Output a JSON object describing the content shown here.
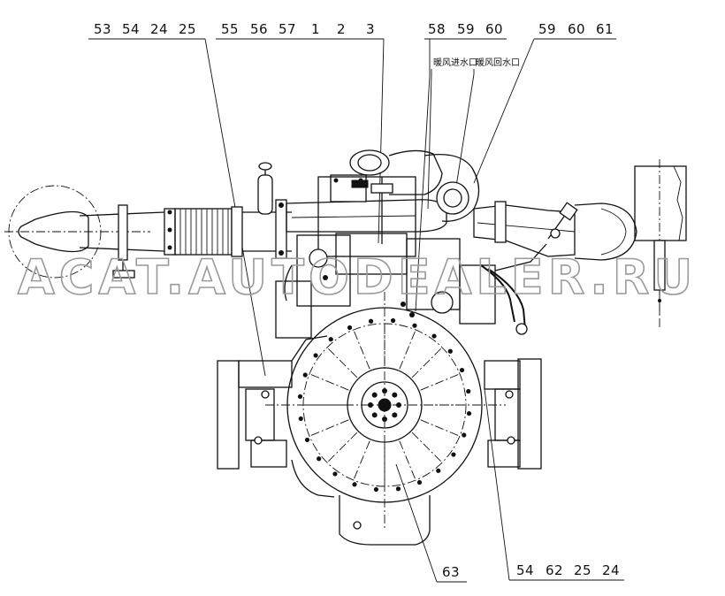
{
  "callouts": [
    {
      "id": "top-left",
      "numbers": [
        "53",
        "54",
        "24",
        "25"
      ]
    },
    {
      "id": "top-mid",
      "numbers": [
        "55",
        "56",
        "57",
        "1",
        "2",
        "3"
      ]
    },
    {
      "id": "top-right-a",
      "numbers": [
        "58",
        "59",
        "60"
      ]
    },
    {
      "id": "top-right-b",
      "numbers": [
        "59",
        "60",
        "61"
      ]
    },
    {
      "id": "bottom-mid",
      "numbers": [
        "63"
      ]
    },
    {
      "id": "bottom-right",
      "numbers": [
        "54",
        "62",
        "25",
        "24"
      ]
    }
  ],
  "notes": {
    "heater_inlet": "暖风进水口",
    "heater_outlet": "暖风回水口"
  },
  "watermark": "ACAT.AUTODEALER.RU"
}
